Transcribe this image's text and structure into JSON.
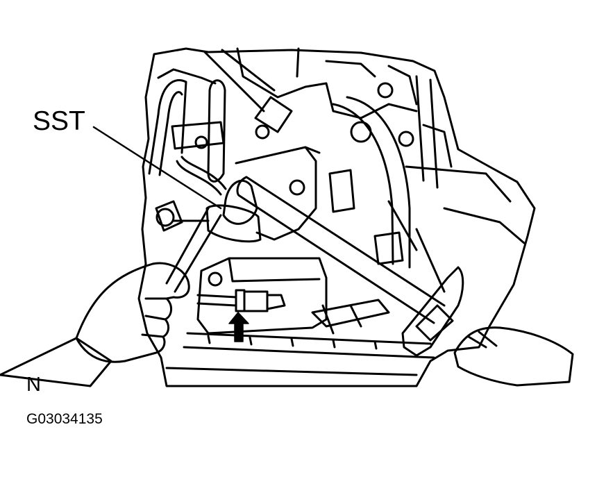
{
  "callouts": {
    "sst": "SST",
    "orientation": "N",
    "figure_code": "G03034135"
  },
  "colors": {
    "line": "#000000",
    "background": "#ffffff"
  },
  "icons": [
    "arrow-up-icon",
    "wrench-icon",
    "hand-icon"
  ]
}
